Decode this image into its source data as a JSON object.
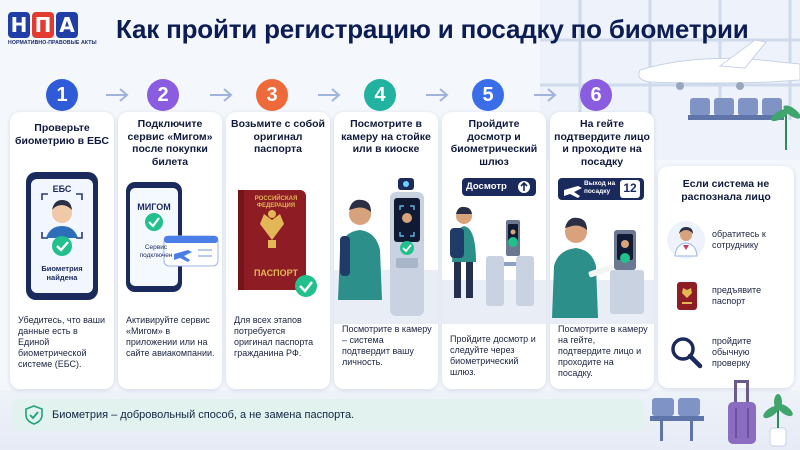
{
  "logo": {
    "letters": [
      "Н",
      "П",
      "А"
    ],
    "colors": [
      "#1f3fa6",
      "#e33b2f",
      "#1f3fa6"
    ],
    "subtitle": "НОРМАТИВНО-ПРАВОВЫЕ АКТЫ"
  },
  "title": "Как пройти регистрацию и посадку по биометрии",
  "colors": {
    "step1": "#2f5bd9",
    "step2": "#8a5ce0",
    "step3": "#ef6a3a",
    "step4": "#21b3a0",
    "step5": "#3a6ee8",
    "step6": "#8a5ce0",
    "accent_green": "#22c08d",
    "navy": "#16244f"
  },
  "steps": [
    {
      "number": "1",
      "head": "Проверьте биометрию в ЕБС",
      "desc": "Убедитесь, что ваши данные есть в Единой биометрической системе (ЕБС).",
      "art": {
        "phone_title": "ЕБС",
        "phone_caption": "Биометрия найдена"
      }
    },
    {
      "number": "2",
      "head": "Подключите сервис «Мигом» после покупки билета",
      "desc": "Активируйте сервис «Мигом» в приложении или на сайте авиакомпании.",
      "art": {
        "phone_title": "МИГОМ",
        "phone_caption": "Сервис подключен"
      }
    },
    {
      "number": "3",
      "head": "Возьмите с собой оригинал паспорта",
      "desc": "Для всех этапов потребуется оригинал паспорта гражданина РФ.",
      "art": {
        "passport_top": "РОССИЙСКАЯ ФЕДЕРАЦИЯ",
        "passport_bottom": "ПАСПОРТ"
      }
    },
    {
      "number": "4",
      "head": "Посмотрите в камеру на стойке или в киоске",
      "desc": "Посмотрите в камеру – система подтвердит вашу личность."
    },
    {
      "number": "5",
      "head": "Пройдите досмотр и биометрический шлюз",
      "desc": "Пройдите досмотр и следуйте через биометрический шлюз.",
      "art": {
        "sign": "Досмотр"
      }
    },
    {
      "number": "6",
      "head": "На гейте подтвердите лицо и проходите на посадку",
      "desc": "Посмотрите в камеру на гейте, подтвердите лицо и проходите на посадку.",
      "art": {
        "sign": "Выход на посадку",
        "gate": "12"
      }
    }
  ],
  "side": {
    "title": "Если система не распознала лицо",
    "items": [
      {
        "text": "обратитесь к сотруднику",
        "icon": "staff-icon"
      },
      {
        "text": "предъявите паспорт",
        "icon": "passport-icon"
      },
      {
        "text": "пройдите обычную проверку",
        "icon": "magnifier-icon"
      }
    ]
  },
  "footer": {
    "text": "Биометрия – добровольный способ, а не замена паспорта.",
    "icon": "shield-check-icon"
  }
}
